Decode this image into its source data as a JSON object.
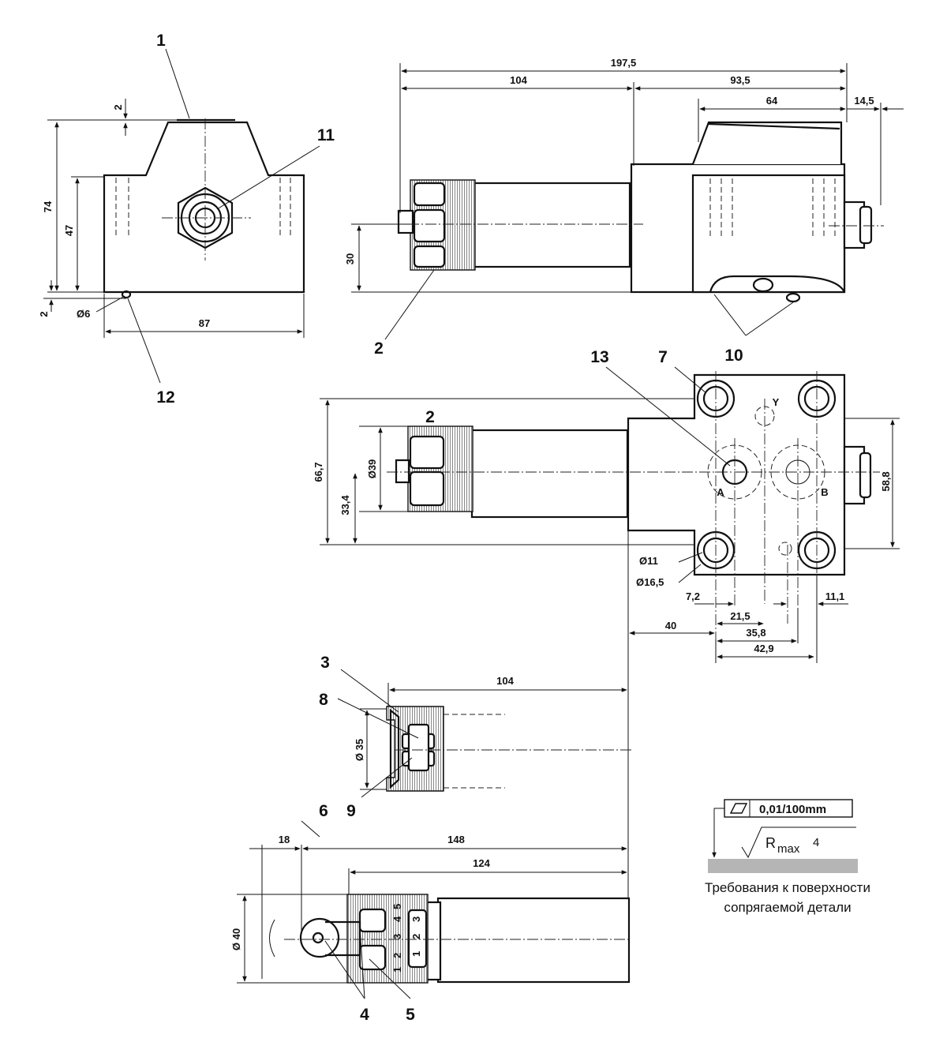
{
  "callouts": {
    "c1": "1",
    "c2a": "2",
    "c2b": "2",
    "c3": "3",
    "c4": "4",
    "c5": "5",
    "c6": "6",
    "c7": "7",
    "c8": "8",
    "c9": "9",
    "c10": "10",
    "c11": "11",
    "c12": "12",
    "c13": "13"
  },
  "dimensions": {
    "d_2_top": "2",
    "d_74": "74",
    "d_47": "47",
    "d_2_bottom": "2",
    "d_dia6": "Ø6",
    "d_87": "87",
    "d_197_5": "197,5",
    "d_104_top": "104",
    "d_93_5": "93,5",
    "d_64": "64",
    "d_14_5": "14,5",
    "d_30": "30",
    "d_66_7": "66,7",
    "d_dia39": "Ø39",
    "d_33_4": "33,4",
    "d_58_8": "58,8",
    "d_dia11": "Ø11",
    "d_dia16_5": "Ø16,5",
    "d_7_2": "7,2",
    "d_21_5": "21,5",
    "d_11_1": "11,1",
    "d_40": "40",
    "d_35_8": "35,8",
    "d_42_9": "42,9",
    "d_104_mid": "104",
    "d_dia35": "Ø 35",
    "d_18": "18",
    "d_148": "148",
    "d_124": "124",
    "d_dia40": "Ø 40"
  },
  "ports": {
    "port_a": "A",
    "port_b": "B",
    "port_y": "Y"
  },
  "scale_numbers": [
    "5",
    "4",
    "3",
    "2",
    "1"
  ],
  "knob_numbers": [
    "3",
    "2",
    "1"
  ],
  "surface_spec": {
    "flatness_value": "0,01/100mm",
    "roughness_symbol": "R",
    "roughness_sub": "max",
    "roughness_value": "4",
    "caption_line1": "Требования к поверхности",
    "caption_line2": "сопрягаемой  детали"
  },
  "colors": {
    "line": "#111111",
    "surface_fill": "#b5b5b5",
    "knurl": "#666666"
  }
}
